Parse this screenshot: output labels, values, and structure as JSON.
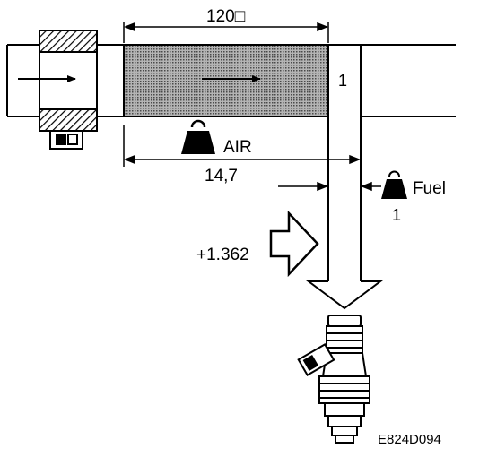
{
  "labels": {
    "duct_length": "120□",
    "flow_number": "1",
    "air": "AIR",
    "air_ratio": "14,7",
    "fuel": "Fuel",
    "fuel_ratio": "1",
    "correction": "+1.362",
    "figure_code": "E824D094"
  },
  "colors": {
    "line": "#000000",
    "background": "#ffffff",
    "dotted_fill": "#9a9a9a"
  },
  "icons": {
    "air_weight": "weight-icon",
    "fuel_weight": "weight-icon",
    "sensor": "air-flow-sensor-icon",
    "injector": "fuel-injector-icon"
  }
}
